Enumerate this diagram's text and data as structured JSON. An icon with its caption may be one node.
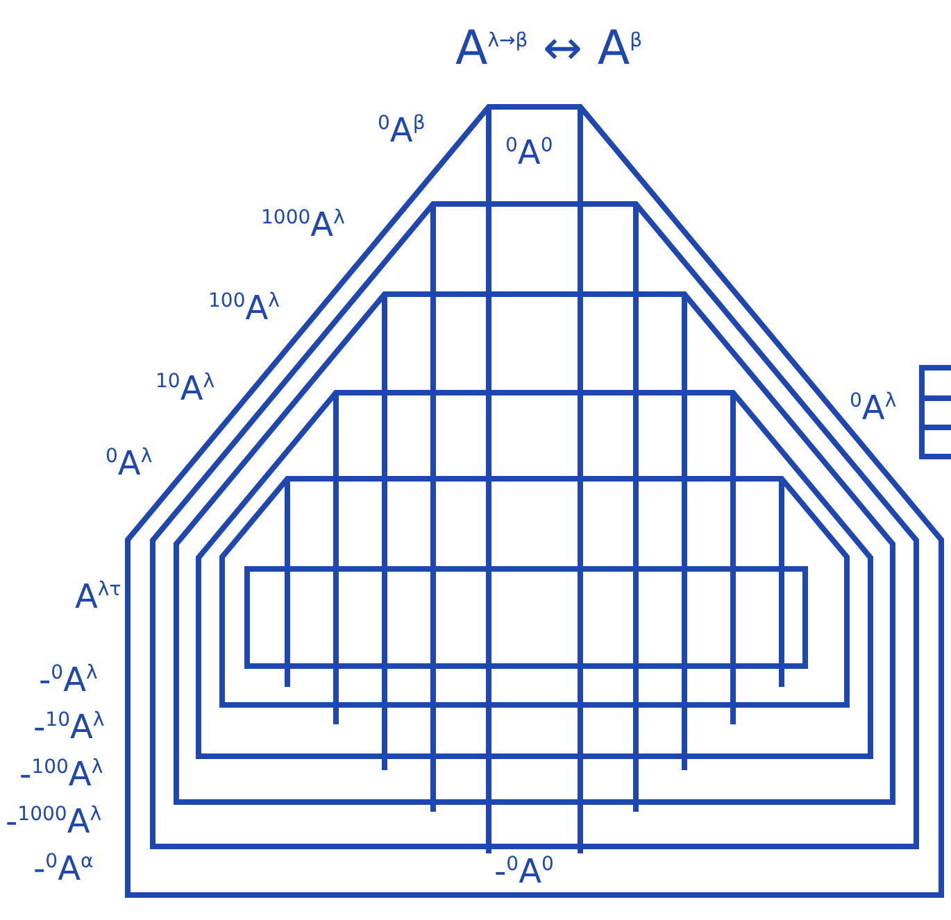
{
  "diagram": {
    "title": "A$^{λ→β}$ ↔ A$^{β}$",
    "labels": [
      "$^{0}$A$^{β}$",
      "$^{0}$A$^{0}$",
      "$^{1000}$A$^{λ}$",
      "$^{100}$A$^{λ}$",
      "$^{10}$A$^{λ}$",
      "$^{0}$A$^{λ}$",
      "$^{0}$A$^{λ}$",
      "A$^{λτ}$",
      "-$^{0}$A$^{λ}$",
      "-$^{10}$A$^{λ}$",
      "-$^{100}$A$^{λ}$",
      "-$^{1000}$A$^{λ}$",
      "-$^{0}$A$^{α}$",
      "-$^{0}$A$^{0}$"
    ]
  }
}
